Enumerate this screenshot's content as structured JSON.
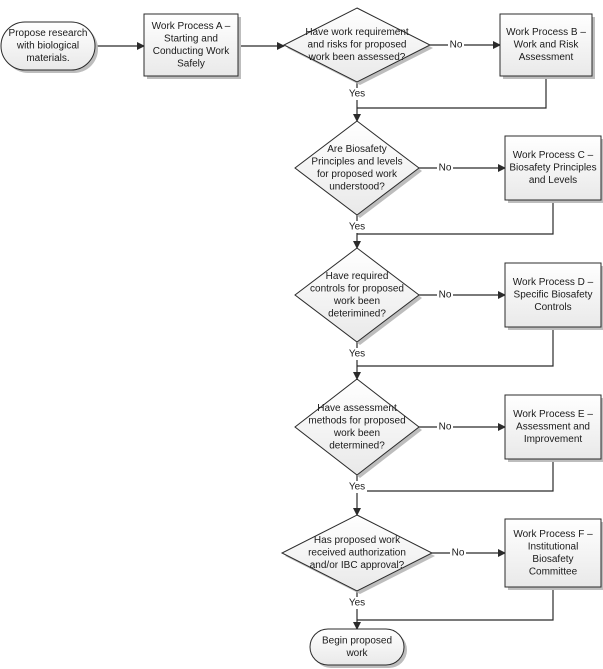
{
  "start": {
    "lines": [
      "Propose research",
      "with biological",
      "materials."
    ]
  },
  "end": {
    "lines": [
      "Begin proposed",
      "work"
    ]
  },
  "processes": [
    {
      "id": "A",
      "lines": [
        "Work Process A –",
        "Starting and",
        "Conducting Work",
        "Safely"
      ]
    },
    {
      "id": "B",
      "lines": [
        "Work Process B –",
        "Work and Risk",
        "Assessment"
      ]
    },
    {
      "id": "C",
      "lines": [
        "Work Process C –",
        "Biosafety Principles",
        "and Levels"
      ]
    },
    {
      "id": "D",
      "lines": [
        "Work Process D –",
        "Specific Biosafety",
        "Controls"
      ]
    },
    {
      "id": "E",
      "lines": [
        "Work Process E –",
        "Assessment and",
        "Improvement"
      ]
    },
    {
      "id": "F",
      "lines": [
        "Work Process F –",
        "Institutional",
        "Biosafety",
        "Committee"
      ]
    }
  ],
  "decisions": [
    {
      "id": "Q1",
      "lines": [
        "Have work requirement",
        "and  risks for proposed",
        "work been assessed?"
      ]
    },
    {
      "id": "Q2",
      "lines": [
        "Are Biosafety",
        "Principles and levels",
        "for proposed work",
        "understood?"
      ]
    },
    {
      "id": "Q3",
      "lines": [
        "Have required",
        "controls for proposed",
        "work been",
        "deterimined?"
      ]
    },
    {
      "id": "Q4",
      "lines": [
        "Have assessment",
        "methods for proposed",
        "work been",
        "determined?"
      ]
    },
    {
      "id": "Q5",
      "lines": [
        "Has proposed work",
        "received authorization",
        "and/or IBC approval?"
      ]
    }
  ],
  "edge_labels": {
    "no": "No",
    "yes": "Yes"
  },
  "colors": {
    "box_fill": "#f2f2f2",
    "stroke": "#2b2b2b",
    "shadow": "#bdbdbd",
    "background": "#ffffff"
  }
}
